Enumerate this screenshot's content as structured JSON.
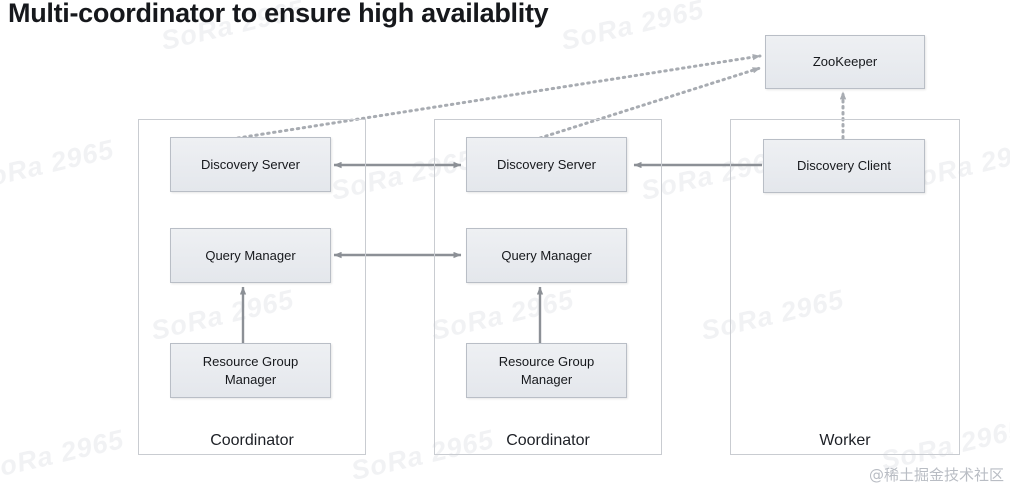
{
  "title": "Multi-coordinator to ensure high availablity",
  "background_watermark_text": "SoRa 2965",
  "attribution": "@稀土掘金技术社区",
  "colors": {
    "node_fill_top": "#eef0f3",
    "node_fill_bottom": "#e4e7ec",
    "node_border": "#b9bec6",
    "panel_border": "#c9ccd1",
    "arrow": "#8c9096",
    "dotted_arrow": "#a8acb2",
    "title_text": "#16181c",
    "page_background": "#ffffff"
  },
  "diagram": {
    "type": "architecture-block-diagram",
    "external_nodes": [
      {
        "id": "zookeeper",
        "label": "ZooKeeper"
      }
    ],
    "panels": [
      {
        "id": "coordinator-1",
        "label": "Coordinator",
        "nodes": [
          {
            "id": "discovery-server-1",
            "label": "Discovery Server"
          },
          {
            "id": "query-manager-1",
            "label": "Query  Manager"
          },
          {
            "id": "resource-group-manager-1",
            "label_line1": "Resource Group",
            "label_line2": "Manager"
          }
        ]
      },
      {
        "id": "coordinator-2",
        "label": "Coordinator",
        "nodes": [
          {
            "id": "discovery-server-2",
            "label": "Discovery Server"
          },
          {
            "id": "query-manager-2",
            "label": "Query  Manager"
          },
          {
            "id": "resource-group-manager-2",
            "label_line1": "Resource Group",
            "label_line2": "Manager"
          }
        ]
      },
      {
        "id": "worker",
        "label": "Worker",
        "nodes": [
          {
            "id": "discovery-client",
            "label": "Discovery Client"
          }
        ]
      }
    ],
    "edges": [
      {
        "from": "discovery-server-1",
        "to": "discovery-server-2",
        "style": "solid",
        "arrows": "both"
      },
      {
        "from": "query-manager-1",
        "to": "query-manager-2",
        "style": "solid",
        "arrows": "both"
      },
      {
        "from": "discovery-client",
        "to": "discovery-server-2",
        "style": "solid",
        "arrows": "to"
      },
      {
        "from": "resource-group-manager-1",
        "to": "query-manager-1",
        "style": "solid",
        "arrows": "to"
      },
      {
        "from": "resource-group-manager-2",
        "to": "query-manager-2",
        "style": "solid",
        "arrows": "to"
      },
      {
        "from": "discovery-server-1",
        "to": "zookeeper",
        "style": "dotted",
        "arrows": "to"
      },
      {
        "from": "discovery-server-2",
        "to": "zookeeper",
        "style": "dotted",
        "arrows": "to"
      },
      {
        "from": "discovery-client",
        "to": "zookeeper",
        "style": "dotted",
        "arrows": "to"
      }
    ]
  }
}
